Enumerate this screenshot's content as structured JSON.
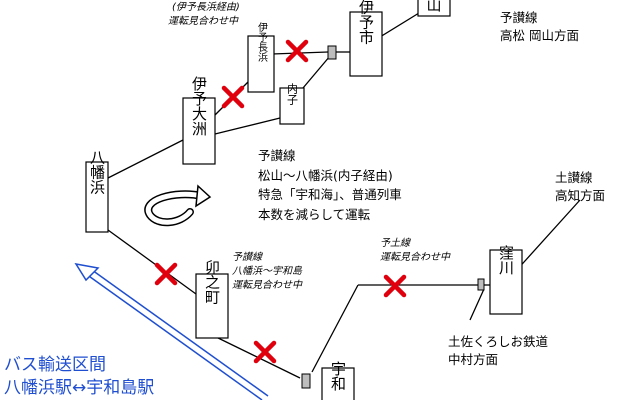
{
  "colors": {
    "line": "#000000",
    "cross": "#e0000d",
    "bus": "#1f4fd0",
    "junction": "#bdbdbd"
  },
  "stations": {
    "matsuyama": "山",
    "iyoshi": "伊予市",
    "iyonagahama": "伊予長浜",
    "uchiko": "内子",
    "iyoozu": "伊予大洲",
    "yawatahama": "八幡浜",
    "unomachi": "卯之町",
    "uwajima": "宇和",
    "kubokawa": "窪川"
  },
  "labels": {
    "top_note_line1": "(伊予長浜経由)",
    "top_note_line2": "運転見合わせ中",
    "yosan_title": "予讃線",
    "yosan_dest": "高松  岡山方面",
    "mid_line1": "予讃線",
    "mid_line2": "松山～八幡浜(内子経由)",
    "mid_line3": "特急「宇和海」、普通列車",
    "mid_line4": "本数を減らして運転",
    "dosan_title": "土讃線",
    "dosan_dest": "高知方面",
    "yosan_south_line1": "予讃線",
    "yosan_south_line2": "八幡浜～宇和島",
    "yosan_south_line3": "運転見合わせ中",
    "yodo_line1": "予土線",
    "yodo_line2": "運転見合わせ中",
    "tosa_line1": "土佐くろしお鉄道",
    "tosa_line2": "中村方面",
    "bus_line1": "バス輸送区間",
    "bus_line2": "八幡浜駅↔宇和島駅"
  }
}
